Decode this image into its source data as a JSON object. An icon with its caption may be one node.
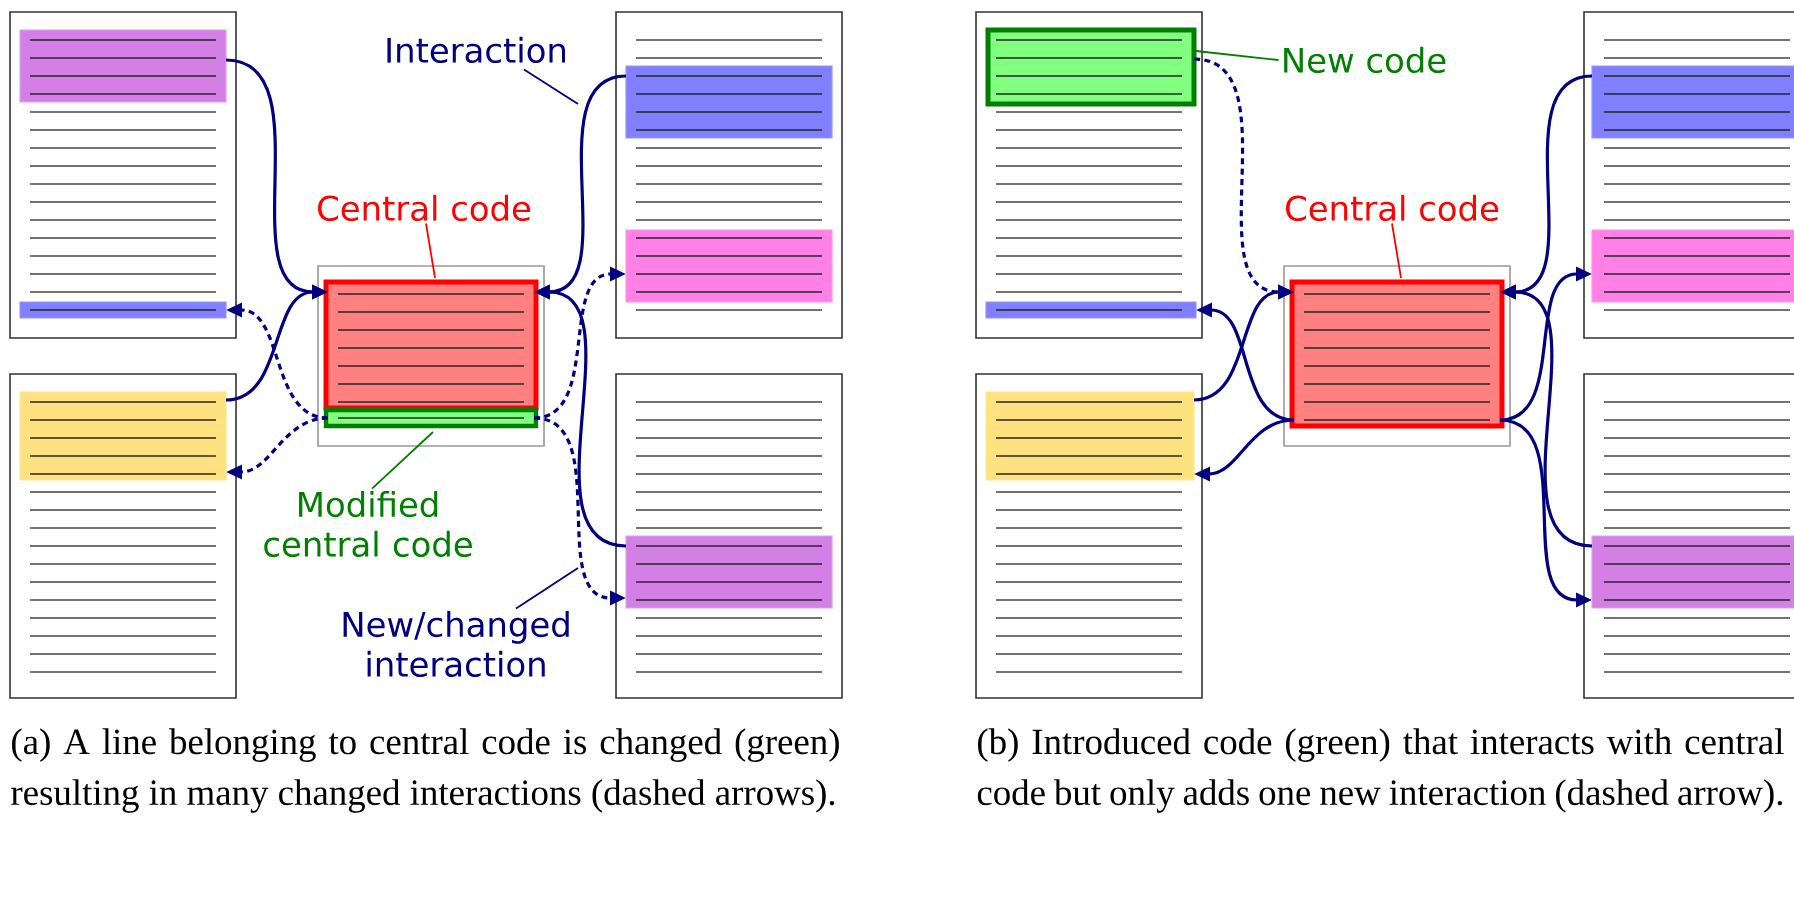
{
  "diagram": {
    "nodes": [
      {
        "text": [],
        "shape": "box"
      },
      {
        "text": [],
        "shape": "bar",
        "in": 0
      },
      {
        "text": [],
        "shape": "bar",
        "in": 0
      },
      {
        "text": [],
        "shape": "box"
      },
      {
        "text": [],
        "shape": "bar",
        "in": 3
      },
      {
        "text": [],
        "shape": "box"
      },
      {
        "text": [],
        "shape": "bar",
        "in": 5
      },
      {
        "text": [],
        "shape": "bar",
        "in": 5
      },
      {
        "text": [],
        "shape": "box"
      },
      {
        "text": [],
        "shape": "bar",
        "in": 8
      },
      {
        "text": [],
        "shape": "bar",
        "in": 8
      },
      {
        "text": [],
        "shape": "box"
      },
      {
        "text": [],
        "shape": "bar",
        "in": 11
      },
      {
        "text": [
          "Central code"
        ]
      },
      {
        "text": [
          "Modified central code"
        ]
      },
      {
        "text": [
          "Interaction"
        ]
      },
      {
        "text": [
          "New/changed interaction"
        ]
      },
      {
        "text": [],
        "shape": "box"
      },
      {
        "text": [],
        "shape": "bar",
        "in": 17
      },
      {
        "text": [],
        "shape": "bar",
        "in": 17
      },
      {
        "text": [],
        "shape": "box"
      },
      {
        "text": [],
        "shape": "bar",
        "in": 20
      },
      {
        "text": [],
        "shape": "box"
      },
      {
        "text": [],
        "shape": "bar",
        "in": 22
      },
      {
        "text": [],
        "shape": "box"
      },
      {
        "text": [],
        "shape": "bar",
        "in": 24
      },
      {
        "text": [],
        "shape": "bar",
        "in": 24
      },
      {
        "text": [],
        "shape": "box"
      },
      {
        "text": [],
        "shape": "bar",
        "in": 27
      },
      {
        "text": [
          "New code"
        ]
      },
      {
        "text": [
          "Central code"
        ]
      }
    ],
    "edges": [
      {
        "from": 1,
        "to": 6,
        "arrow": "to"
      },
      {
        "from": 4,
        "to": 6,
        "arrow": "to"
      },
      {
        "from": 9,
        "to": 6,
        "arrow": "to"
      },
      {
        "from": 12,
        "to": 6,
        "arrow": "to"
      },
      {
        "from": 7,
        "to": 2,
        "arrow": "to",
        "style": "dashed"
      },
      {
        "from": 7,
        "to": 4,
        "arrow": "to",
        "style": "dashed"
      },
      {
        "from": 7,
        "to": 10,
        "arrow": "to",
        "style": "dashed"
      },
      {
        "from": 7,
        "to": 12,
        "arrow": "to",
        "style": "dashed"
      },
      {
        "from": 13,
        "to": 6,
        "arrow": "none",
        "color": "#ff0000"
      },
      {
        "from": 14,
        "to": 7,
        "arrow": "none",
        "color": "#008000"
      },
      {
        "from": 15,
        "to": null,
        "arrow": "none"
      },
      {
        "from": 16,
        "to": null,
        "arrow": "none"
      },
      {
        "from": 18,
        "to": 23,
        "arrow": "to",
        "style": "dashed"
      },
      {
        "from": 21,
        "to": 23,
        "arrow": "to"
      },
      {
        "from": 23,
        "to": 19,
        "arrow": "to"
      },
      {
        "from": 23,
        "to": 21,
        "arrow": "to"
      },
      {
        "from": 25,
        "to": 23,
        "arrow": "to"
      },
      {
        "from": 23,
        "to": 26,
        "arrow": "to"
      },
      {
        "from": 28,
        "to": 23,
        "arrow": "to"
      },
      {
        "from": 23,
        "to": 28,
        "arrow": "to"
      },
      {
        "from": 29,
        "to": 18,
        "arrow": "none",
        "color": "#008000"
      },
      {
        "from": 30,
        "to": 23,
        "arrow": "none",
        "color": "#ff0000"
      }
    ],
    "labels": [
      "(a) A line belonging to central code is changed (green) resulting in many changed interactions (dashed arrows).",
      "(b) Introduced code (green) that interacts with central code but only adds one new interaction (dashed arrow)."
    ]
  }
}
